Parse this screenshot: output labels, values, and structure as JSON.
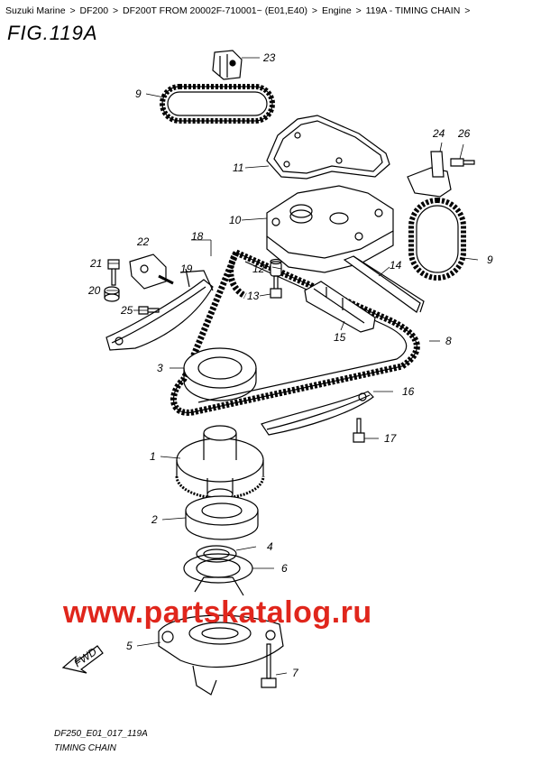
{
  "breadcrumb": [
    "Suzuki Marine",
    "DF200",
    "DF200T FROM 20002F-710001~ (E01,E40)",
    "Engine",
    "119A - TIMING CHAIN",
    ""
  ],
  "breadcrumb_separator": ">",
  "figure": {
    "title": "FIG.119A",
    "code": "DF250_E01_017_119A",
    "caption": "TIMING CHAIN",
    "fwd_label": "FWD",
    "callouts": {
      "c1": "1",
      "c2": "2",
      "c3": "3",
      "c4": "4",
      "c5": "5",
      "c6": "6",
      "c7": "7",
      "c8": "8",
      "c9a": "9",
      "c9b": "9",
      "c10": "10",
      "c11": "11",
      "c12": "12",
      "c13": "13",
      "c14": "14",
      "c15": "15",
      "c16": "16",
      "c17": "17",
      "c18": "18",
      "c19": "19",
      "c20": "20",
      "c21": "21",
      "c22": "22",
      "c23": "23",
      "c24": "24",
      "c25": "25",
      "c26": "26"
    }
  },
  "watermark": "www.partskatalog.ru",
  "colors": {
    "watermark": "#e0261c",
    "line": "#000000",
    "background": "#ffffff"
  }
}
